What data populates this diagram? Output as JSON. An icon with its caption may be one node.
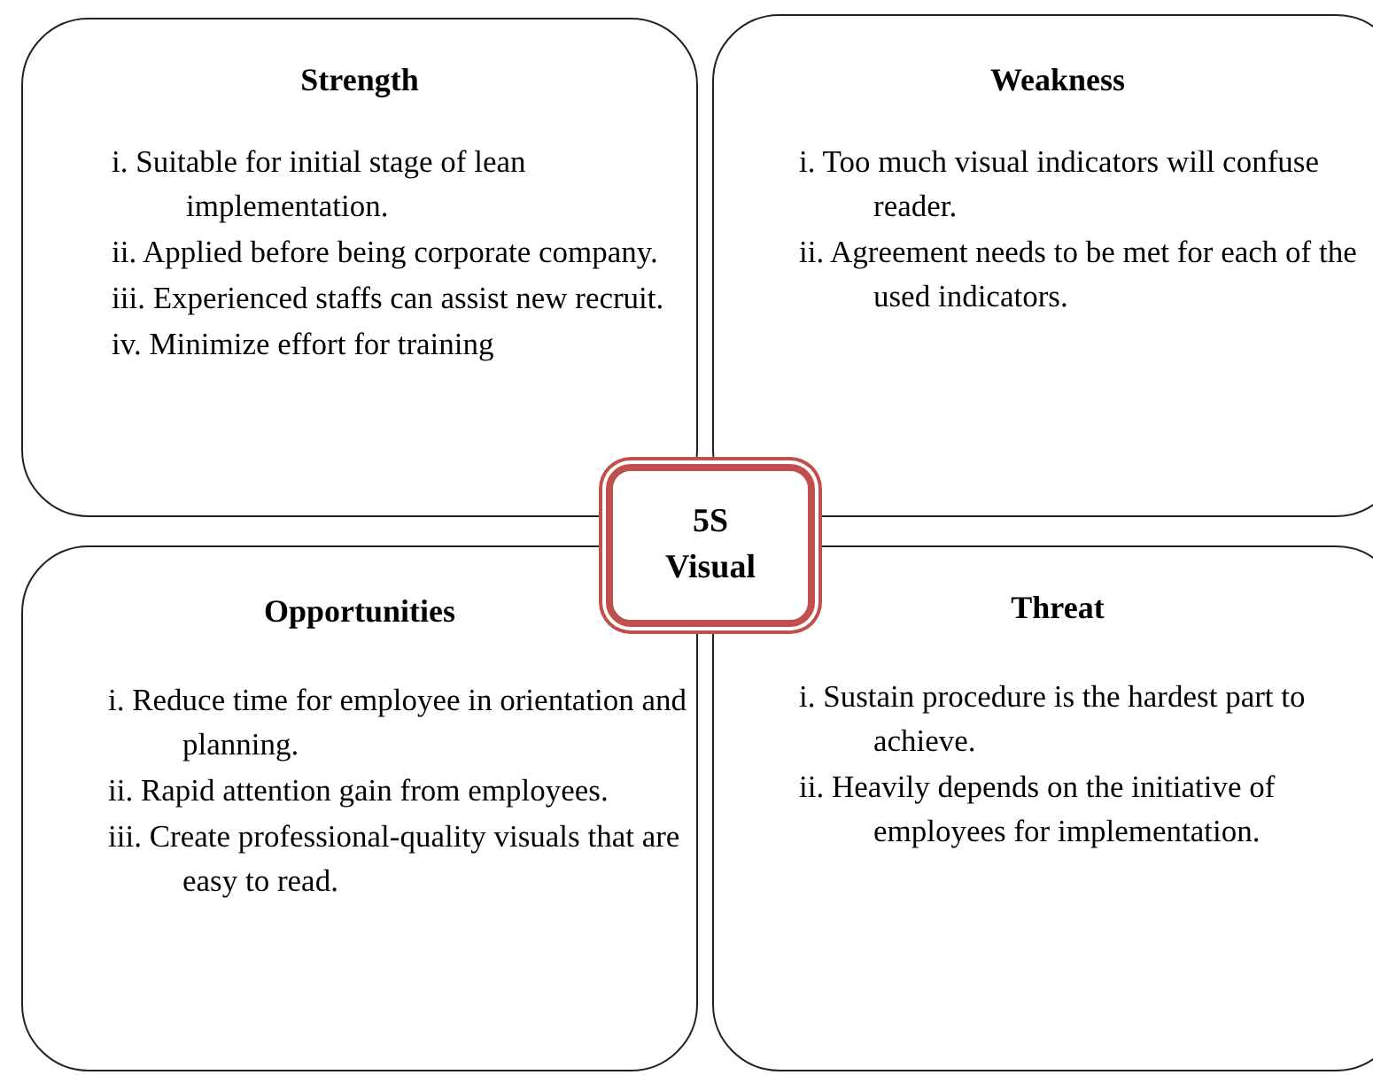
{
  "diagram": {
    "nodes": [
      {
        "text": [
          "Strength",
          "i. Suitable for initial stage of lean implementation.",
          "ii. Applied before being corporate company.",
          "iii. Experienced staffs can assist new recruit.",
          "iv. Minimize effort for training"
        ]
      },
      {
        "text": [
          "Weakness",
          "i. Too much visual indicators will confuse reader.",
          "ii. Agreement needs to be met for each of the used indicators."
        ]
      },
      {
        "text": [
          "Opportunities",
          "i. Reduce time for employee in orientation and planning.",
          "ii. Rapid attention gain from employees.",
          "iii. Create professional-quality visuals that are easy to read."
        ]
      },
      {
        "text": [
          "Threat",
          "i. Sustain procedure is the hardest part to achieve.",
          "ii. Heavily depends on the initiative of employees for implementation."
        ]
      },
      {
        "text": [
          "5S Visual"
        ]
      }
    ],
    "edges": []
  }
}
